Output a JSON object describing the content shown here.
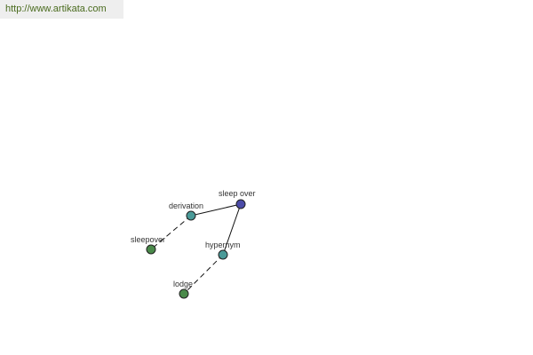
{
  "header": {
    "source_url": "http://www.artikata.com"
  },
  "graph": {
    "nodes": [
      {
        "id": "sleep-over",
        "label": "sleep over",
        "color": "#4b4ba8"
      },
      {
        "id": "derivation",
        "label": "derivation",
        "color": "#4a9a98"
      },
      {
        "id": "hypernym",
        "label": "hypernym",
        "color": "#4a9a98"
      },
      {
        "id": "sleepover",
        "label": "sleepover",
        "color": "#4a8a4a"
      },
      {
        "id": "lodge",
        "label": "lodge",
        "color": "#4a8a4a"
      }
    ],
    "edges": [
      {
        "from": "sleep-over",
        "to": "derivation",
        "style": "solid"
      },
      {
        "from": "sleep-over",
        "to": "hypernym",
        "style": "solid"
      },
      {
        "from": "derivation",
        "to": "sleepover",
        "style": "dashed"
      },
      {
        "from": "hypernym",
        "to": "lodge",
        "style": "dashed"
      }
    ]
  }
}
